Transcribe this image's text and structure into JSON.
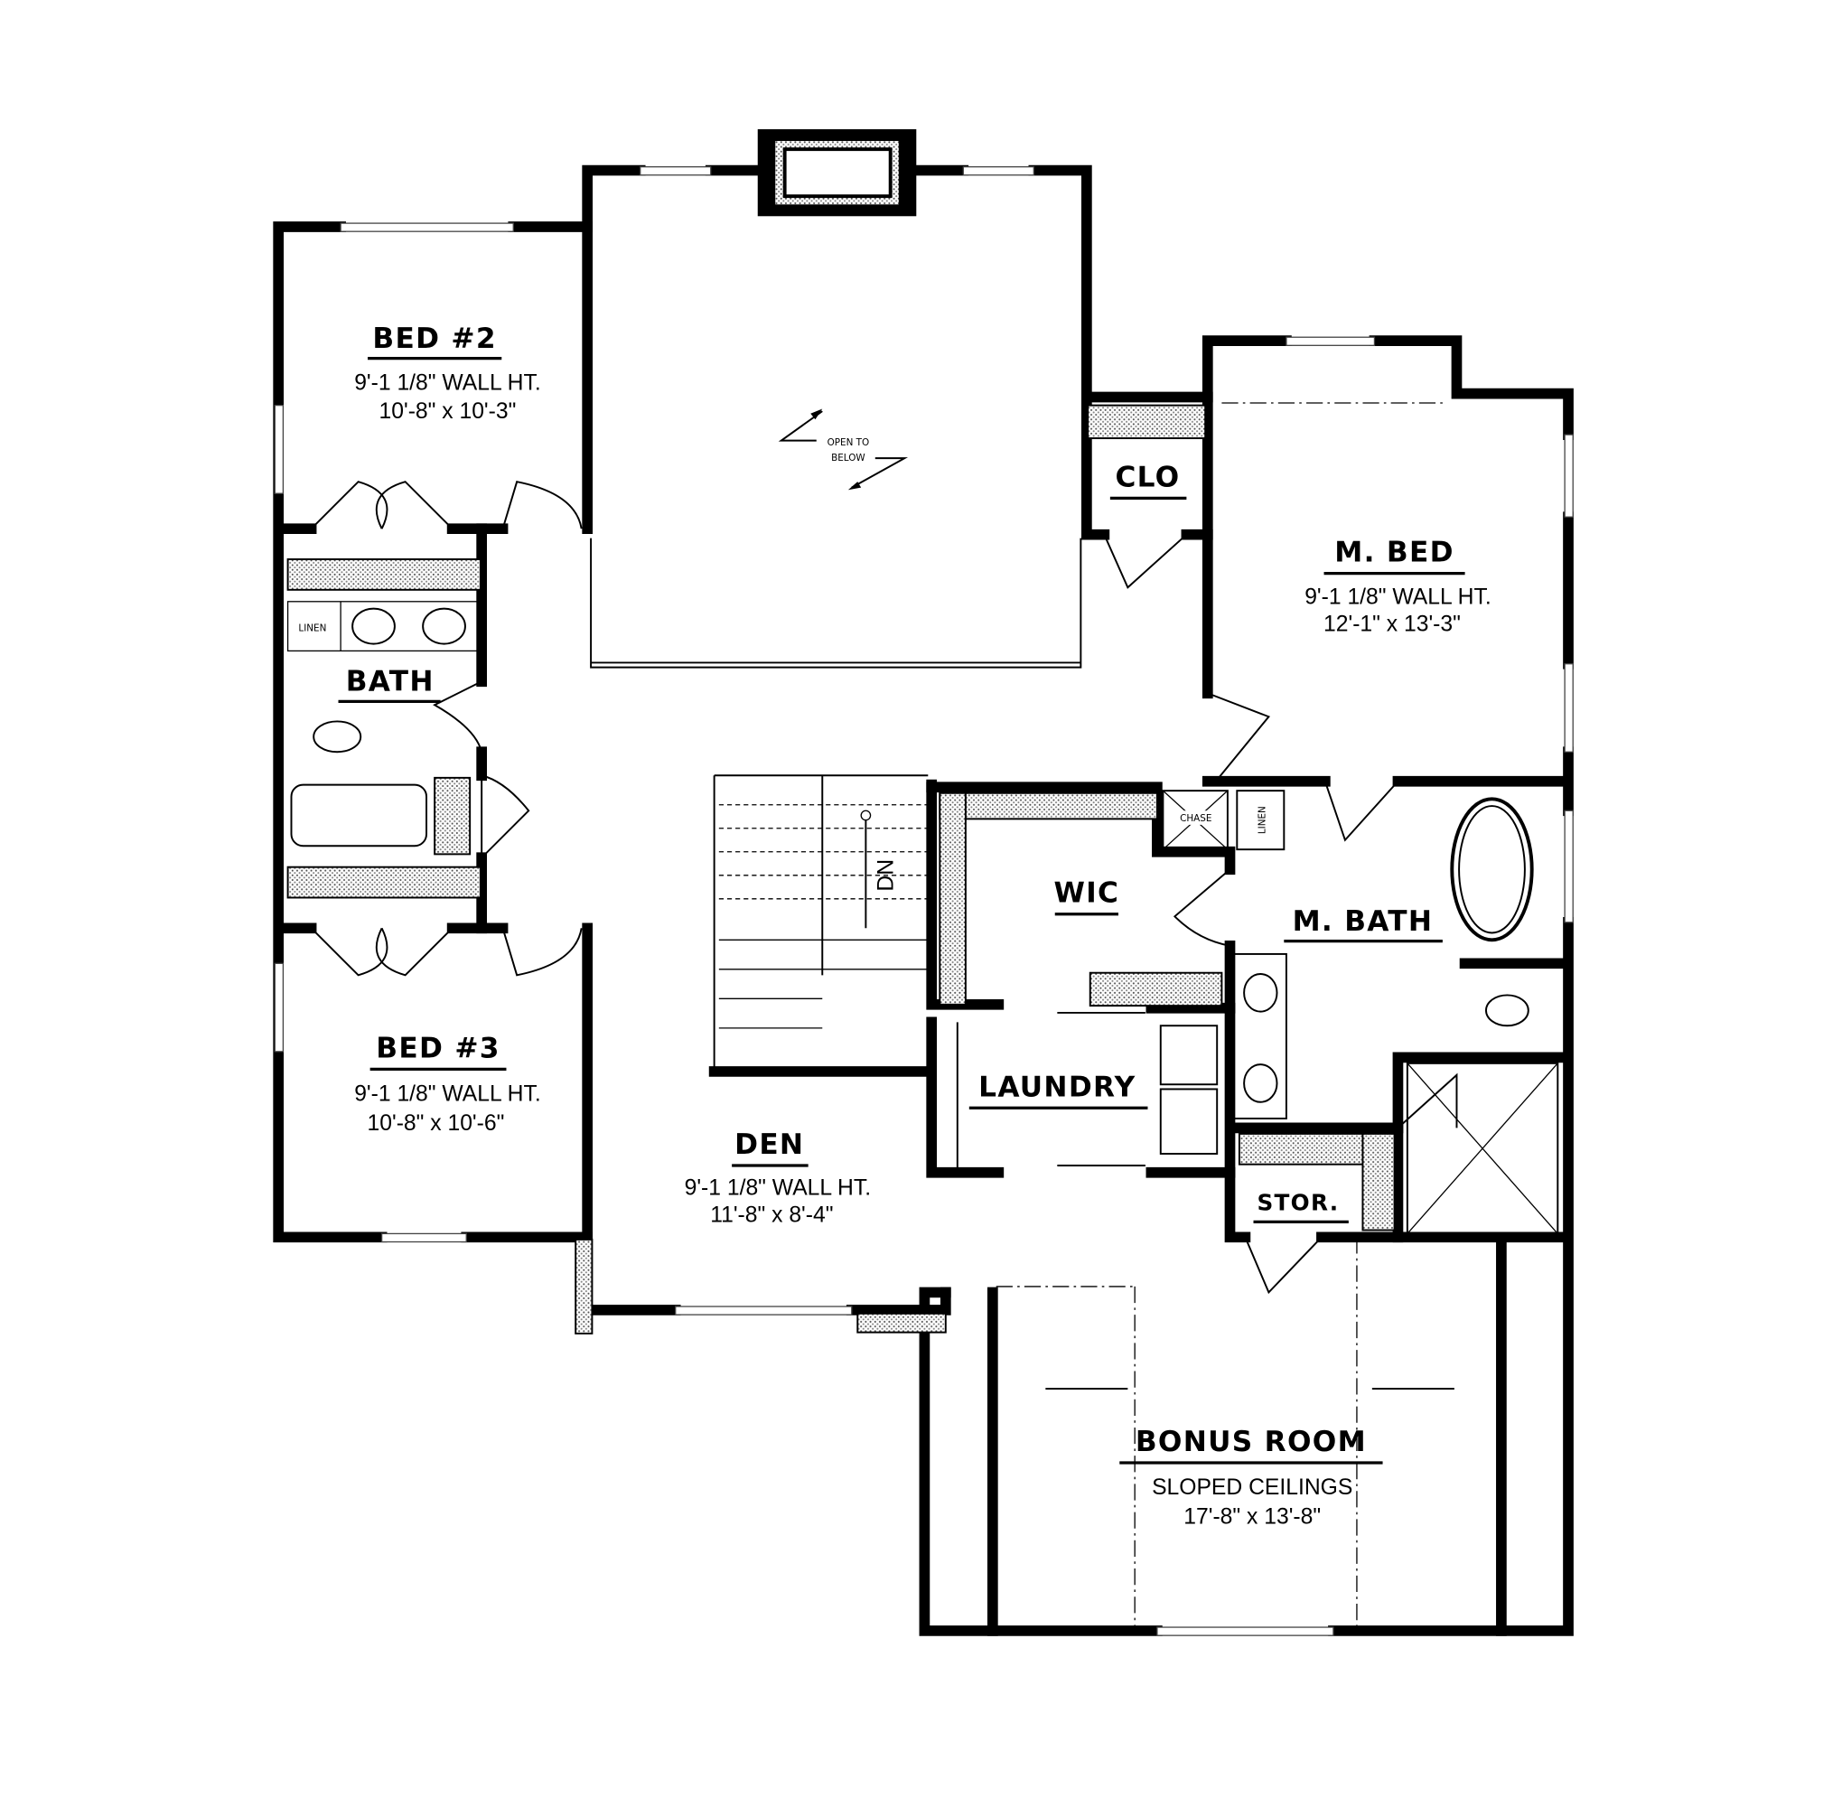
{
  "rooms": {
    "bed2": {
      "name": "BED #2",
      "wall_ht": "9'-1 1/8\" WALL HT.",
      "size": "10'-8\" x 10'-3\""
    },
    "bed3": {
      "name": "BED #3",
      "wall_ht": "9'-1 1/8\" WALL HT.",
      "size": "10'-8\" x 10'-6\""
    },
    "mbed": {
      "name": "M. BED",
      "wall_ht": "9'-1 1/8\" WALL HT.",
      "size": "12'-1\" x 13'-3\""
    },
    "den": {
      "name": "DEN",
      "wall_ht": "9'-1 1/8\" WALL HT.",
      "size": "11'-8\" x 8'-4\""
    },
    "bonus": {
      "name": "BONUS ROOM",
      "note": "SLOPED CEILINGS",
      "size": "17'-8\" x 13'-8\""
    },
    "bath": {
      "name": "BATH"
    },
    "mbath": {
      "name": "M. BATH"
    },
    "wic": {
      "name": "WIC"
    },
    "laundry": {
      "name": "LAUNDRY"
    },
    "clo": {
      "name": "CLO"
    },
    "stor": {
      "name": "STOR."
    }
  },
  "annotations": {
    "open_to": "OPEN TO",
    "below": "BELOW",
    "stair": "DN",
    "chase": "CHASE",
    "linen_bath": "LINEN",
    "linen_mbath": "LINEN"
  }
}
